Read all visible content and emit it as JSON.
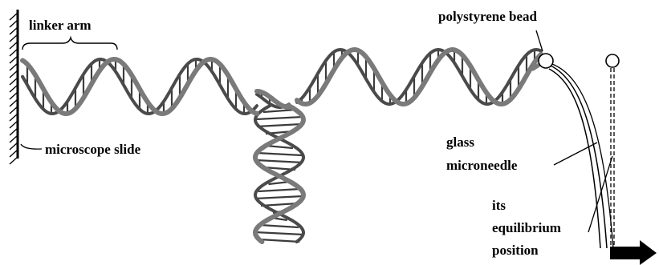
{
  "labels": {
    "linker_arm": "linker arm",
    "microscope_slide": "microscope slide",
    "polystyrene_bead": "polystyrene bead",
    "glass_microneedle_line1": "glass",
    "glass_microneedle_line2": "microneedle",
    "equilibrium_line1": "its",
    "equilibrium_line2": "equilibrium",
    "equilibrium_line3": "position"
  },
  "colors": {
    "ink": "#000000",
    "strand_front": "#7a7a7a",
    "strand_back": "#4a4a4a",
    "rungs": "#3c3c3c",
    "background": "#ffffff"
  }
}
